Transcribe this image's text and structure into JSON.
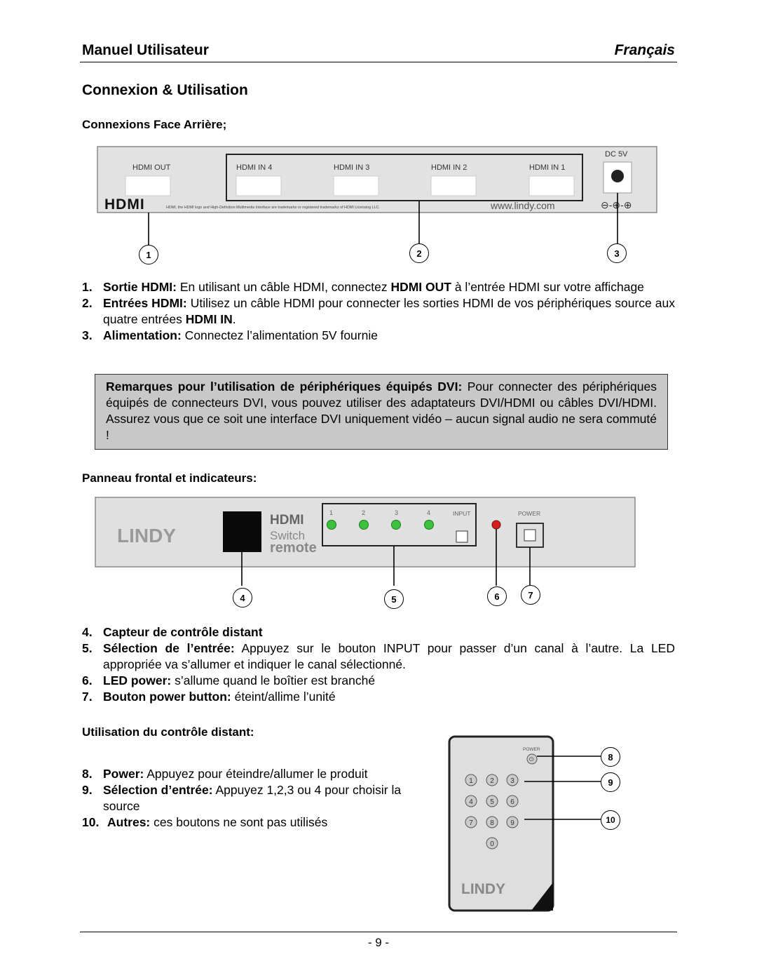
{
  "header": {
    "title": "Manuel Utilisateur",
    "language": "Français"
  },
  "section_title": "Connexion & Utilisation",
  "rear": {
    "heading": "Connexions Face Arrière;",
    "labels": {
      "out": "HDMI OUT",
      "in4": "HDMI IN   4",
      "in3": "HDMI IN   3",
      "in2": "HDMI IN   2",
      "in1": "HDMI IN   1",
      "dc": "DC 5V",
      "logo": "HDMI",
      "trademark": "HDMI, the HDMI logo and High-Definition Multimedia Interface are trademarks or registered trademarks of HDMI Licensing LLC.",
      "url": "www.lindy.com"
    },
    "callouts": [
      "1",
      "2",
      "3"
    ],
    "items": [
      {
        "num": "1.",
        "label": "Sortie HDMI:",
        "text_a": " En utilisant un câble HDMI, connectez ",
        "bold_b": "HDMI OUT",
        "text_c": " à l’entrée HDMI sur votre affichage"
      },
      {
        "num": "2.",
        "label": "Entrées HDMI:",
        "text_a": " Utilisez un câble HDMI pour connecter les sorties HDMI de vos périphériques source aux quatre entrées ",
        "bold_b": "HDMI IN",
        "text_c": "."
      },
      {
        "num": "3.",
        "label": "Alimentation:",
        "text_a": " Connectez l’alimentation 5V fournie",
        "bold_b": "",
        "text_c": ""
      }
    ]
  },
  "note": {
    "label": "Remarques pour l’utilisation de périphériques équipés DVI:",
    "text": " Pour connecter des périphériques équipés de connecteurs DVI, vous pouvez utiliser des adaptateurs DVI/HDMI ou câbles DVI/HDMI. Assurez vous que ce soit une interface DVI uniquement vidéo – aucun signal audio ne sera commuté !"
  },
  "front": {
    "heading": "Panneau frontal et indicateurs:",
    "labels": {
      "brand": "LINDY",
      "hdmi": "HDMI",
      "switch": "Switch",
      "remote": "remote",
      "ch1": "1",
      "ch2": "2",
      "ch3": "3",
      "ch4": "4",
      "input": "INPUT",
      "power": "POWER"
    },
    "led_colors": {
      "channel": "#3cc23c",
      "power": "#d21e1e"
    },
    "callouts": [
      "4",
      "5",
      "6",
      "7"
    ],
    "items": [
      {
        "num": "4.",
        "label": "Capteur de contrôle distant",
        "text": ""
      },
      {
        "num": "5.",
        "label": "Sélection de l’entrée:",
        "text": " Appuyez sur le bouton INPUT pour passer d’un canal à l’autre. La LED appropriée va s’allumer et indiquer le canal sélectionné."
      },
      {
        "num": "6.",
        "label": "LED power:",
        "text": " s’allume quand le boîtier est branché"
      },
      {
        "num": "7.",
        "label": "Bouton power button:",
        "text": " éteint/allime l’unité"
      }
    ]
  },
  "remote": {
    "heading": "Utilisation du contrôle distant:",
    "labels": {
      "power": "POWER",
      "brand": "LINDY",
      "keys": [
        "1",
        "2",
        "3",
        "4",
        "5",
        "6",
        "7",
        "8",
        "9",
        "0"
      ]
    },
    "callouts": [
      "8",
      "9",
      "10"
    ],
    "items": [
      {
        "num": "8.",
        "label": "Power:",
        "text": " Appuyez pour éteindre/allumer le produit"
      },
      {
        "num": "9.",
        "label": "Sélection d’entrée:",
        "text": " Appuyez 1,2,3 ou 4 pour choisir la source"
      },
      {
        "num": "10.",
        "label": "Autres:",
        "text": " ces boutons ne sont pas utilisés"
      }
    ]
  },
  "footer": {
    "page": "- 9 -"
  }
}
